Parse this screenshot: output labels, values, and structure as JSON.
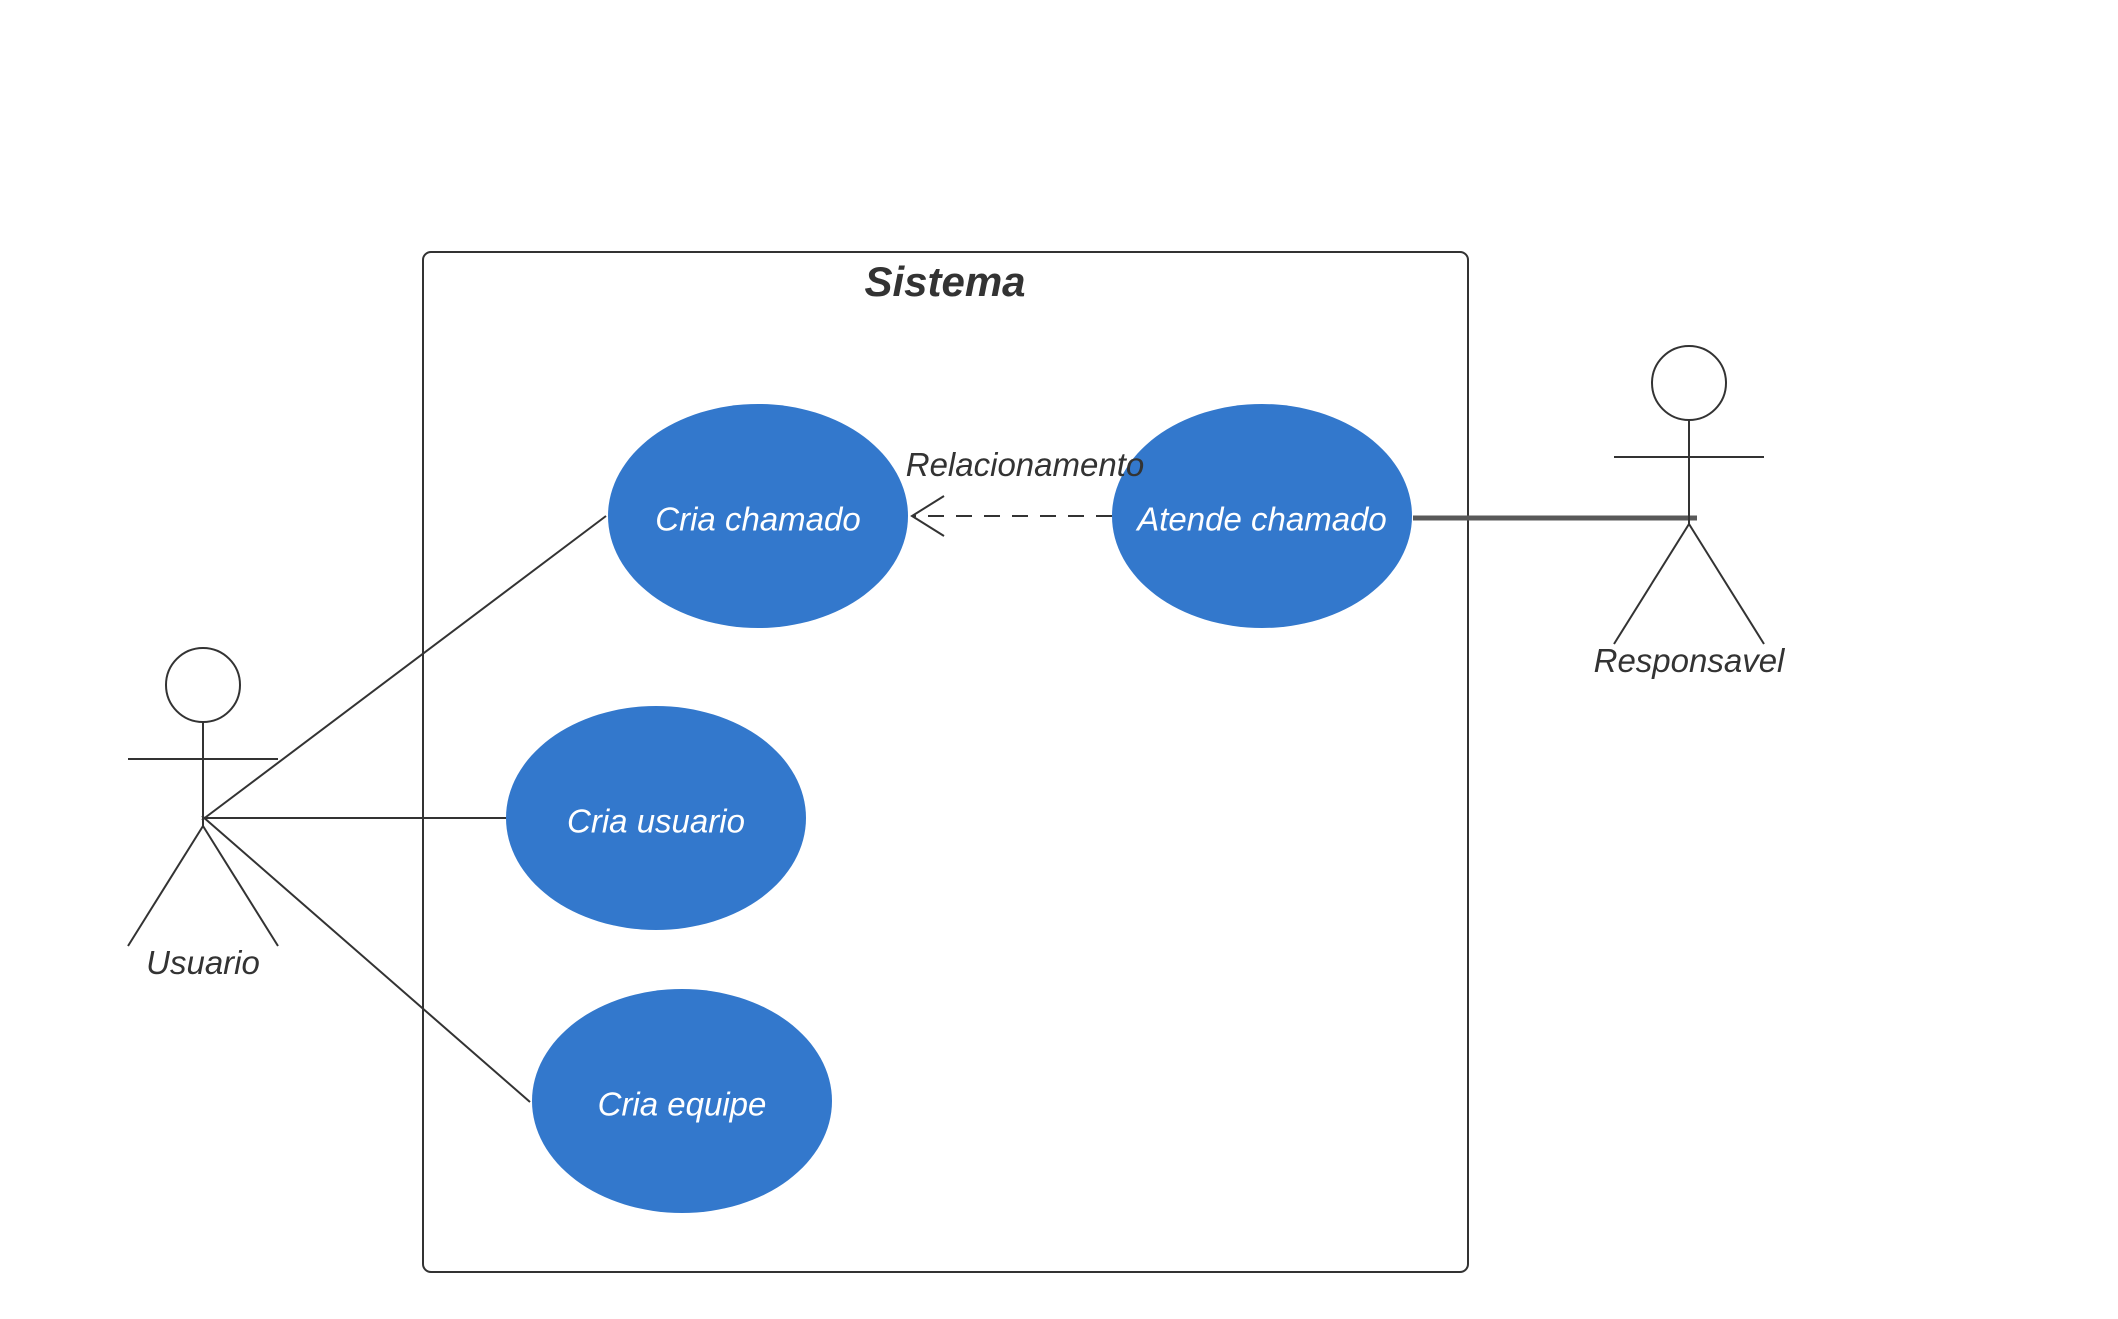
{
  "diagram": {
    "system_title": "Sistema",
    "use_cases": {
      "cria_chamado": "Cria chamado",
      "atende_chamado": "Atende chamado",
      "cria_usuario": "Cria usuario",
      "cria_equipe": "Cria equipe"
    },
    "actors": {
      "usuario": "Usuario",
      "responsavel": "Responsavel"
    },
    "relationship_label": "Relacionamento",
    "colors": {
      "use_case_fill": "#3378CC",
      "line": "#333333",
      "association_bold": "#595959"
    }
  }
}
